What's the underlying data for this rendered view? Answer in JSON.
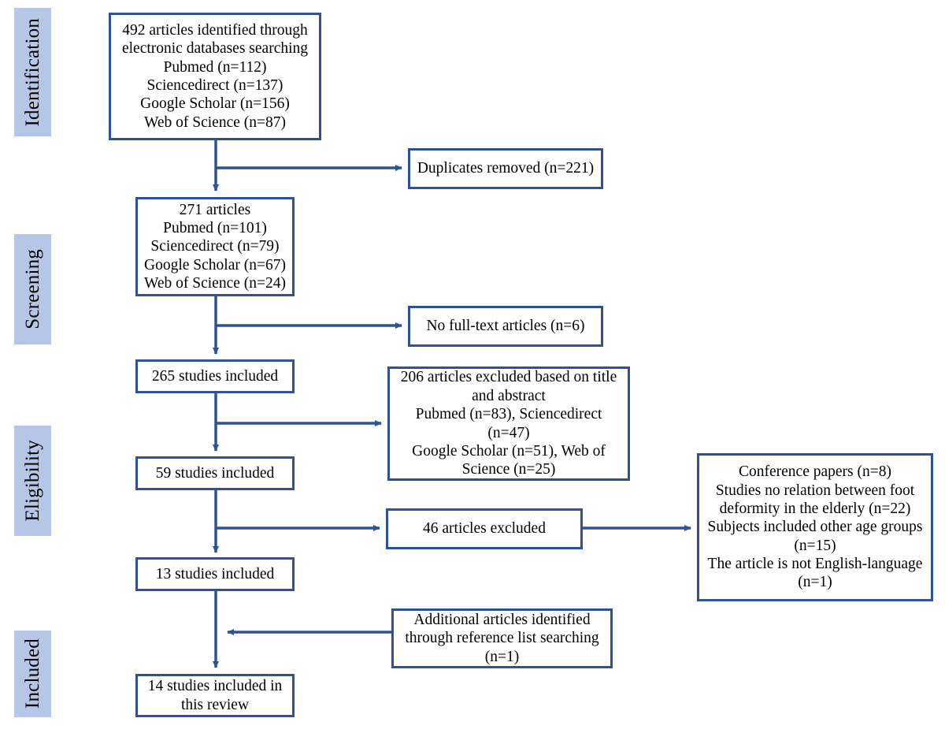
{
  "diagram": {
    "type": "prisma-flow-diagram",
    "title": "PRISMA study selection flow diagram",
    "accent_border_color": "#2e5395",
    "stage_label_background": "#b4c7e7",
    "background_color": "#ffffff"
  },
  "stages": [
    {
      "id": "identification",
      "label": "Identification"
    },
    {
      "id": "screening",
      "label": "Screening"
    },
    {
      "id": "eligibility",
      "label": "Eligibility"
    },
    {
      "id": "included",
      "label": "Included"
    }
  ],
  "nodes": {
    "identified": {
      "text": "492 articles identified through\nelectronic databases searching\nPubmed (n=112)\nSciencedirect (n=137)\nGoogle Scholar (n=156)\nWeb of Science (n=87)"
    },
    "duplicates_removed": {
      "text": "Duplicates removed (n=221)"
    },
    "after_duplicates": {
      "text": "271 articles\nPubmed (n=101)\nSciencedirect (n=79)\nGoogle Scholar (n=67)\nWeb of Science (n=24)"
    },
    "no_full_text": {
      "text": "No full-text articles (n=6)"
    },
    "studies_265": {
      "text": "265 studies included"
    },
    "excluded_206": {
      "text": "206 articles excluded based on title\nand abstract\nPubmed (n=83), Sciencedirect (n=47)\nGoogle Scholar (n=51), Web of\nScience (n=25)"
    },
    "studies_59": {
      "text": "59 studies included"
    },
    "excluded_46": {
      "text": "46 articles excluded"
    },
    "exclusion_reasons": {
      "text": "Conference papers (n=8)\nStudies no relation between foot\ndeformity in the elderly (n=22)\nSubjects included other age groups\n(n=15)\nThe article is not English-language\n(n=1)"
    },
    "studies_13": {
      "text": "13 studies included"
    },
    "additional_articles": {
      "text": "Additional articles identified\nthrough reference list searching\n(n=1)"
    },
    "studies_14": {
      "text": "14 studies included in\nthis review"
    }
  },
  "chart_data": {
    "type": "flowchart",
    "counts": {
      "identified_total": 492,
      "identified_pubmed": 112,
      "identified_sciencedirect": 137,
      "identified_google_scholar": 156,
      "identified_web_of_science": 87,
      "duplicates_removed": 221,
      "after_duplicates_total": 271,
      "after_duplicates_pubmed": 101,
      "after_duplicates_sciencedirect": 79,
      "after_duplicates_google_scholar": 67,
      "after_duplicates_web_of_science": 24,
      "no_full_text": 6,
      "studies_included_after_full_text": 265,
      "excluded_title_abstract": 206,
      "excluded_pubmed": 83,
      "excluded_sciencedirect": 47,
      "excluded_google_scholar": 51,
      "excluded_web_of_science": 25,
      "studies_after_title_abstract": 59,
      "articles_excluded_eligibility": 46,
      "reason_conference_papers": 8,
      "reason_no_relation_foot_deformity_elderly": 22,
      "reason_other_age_groups": 15,
      "reason_not_english": 1,
      "studies_before_additional": 13,
      "additional_from_references": 1,
      "studies_included_final": 14
    }
  }
}
